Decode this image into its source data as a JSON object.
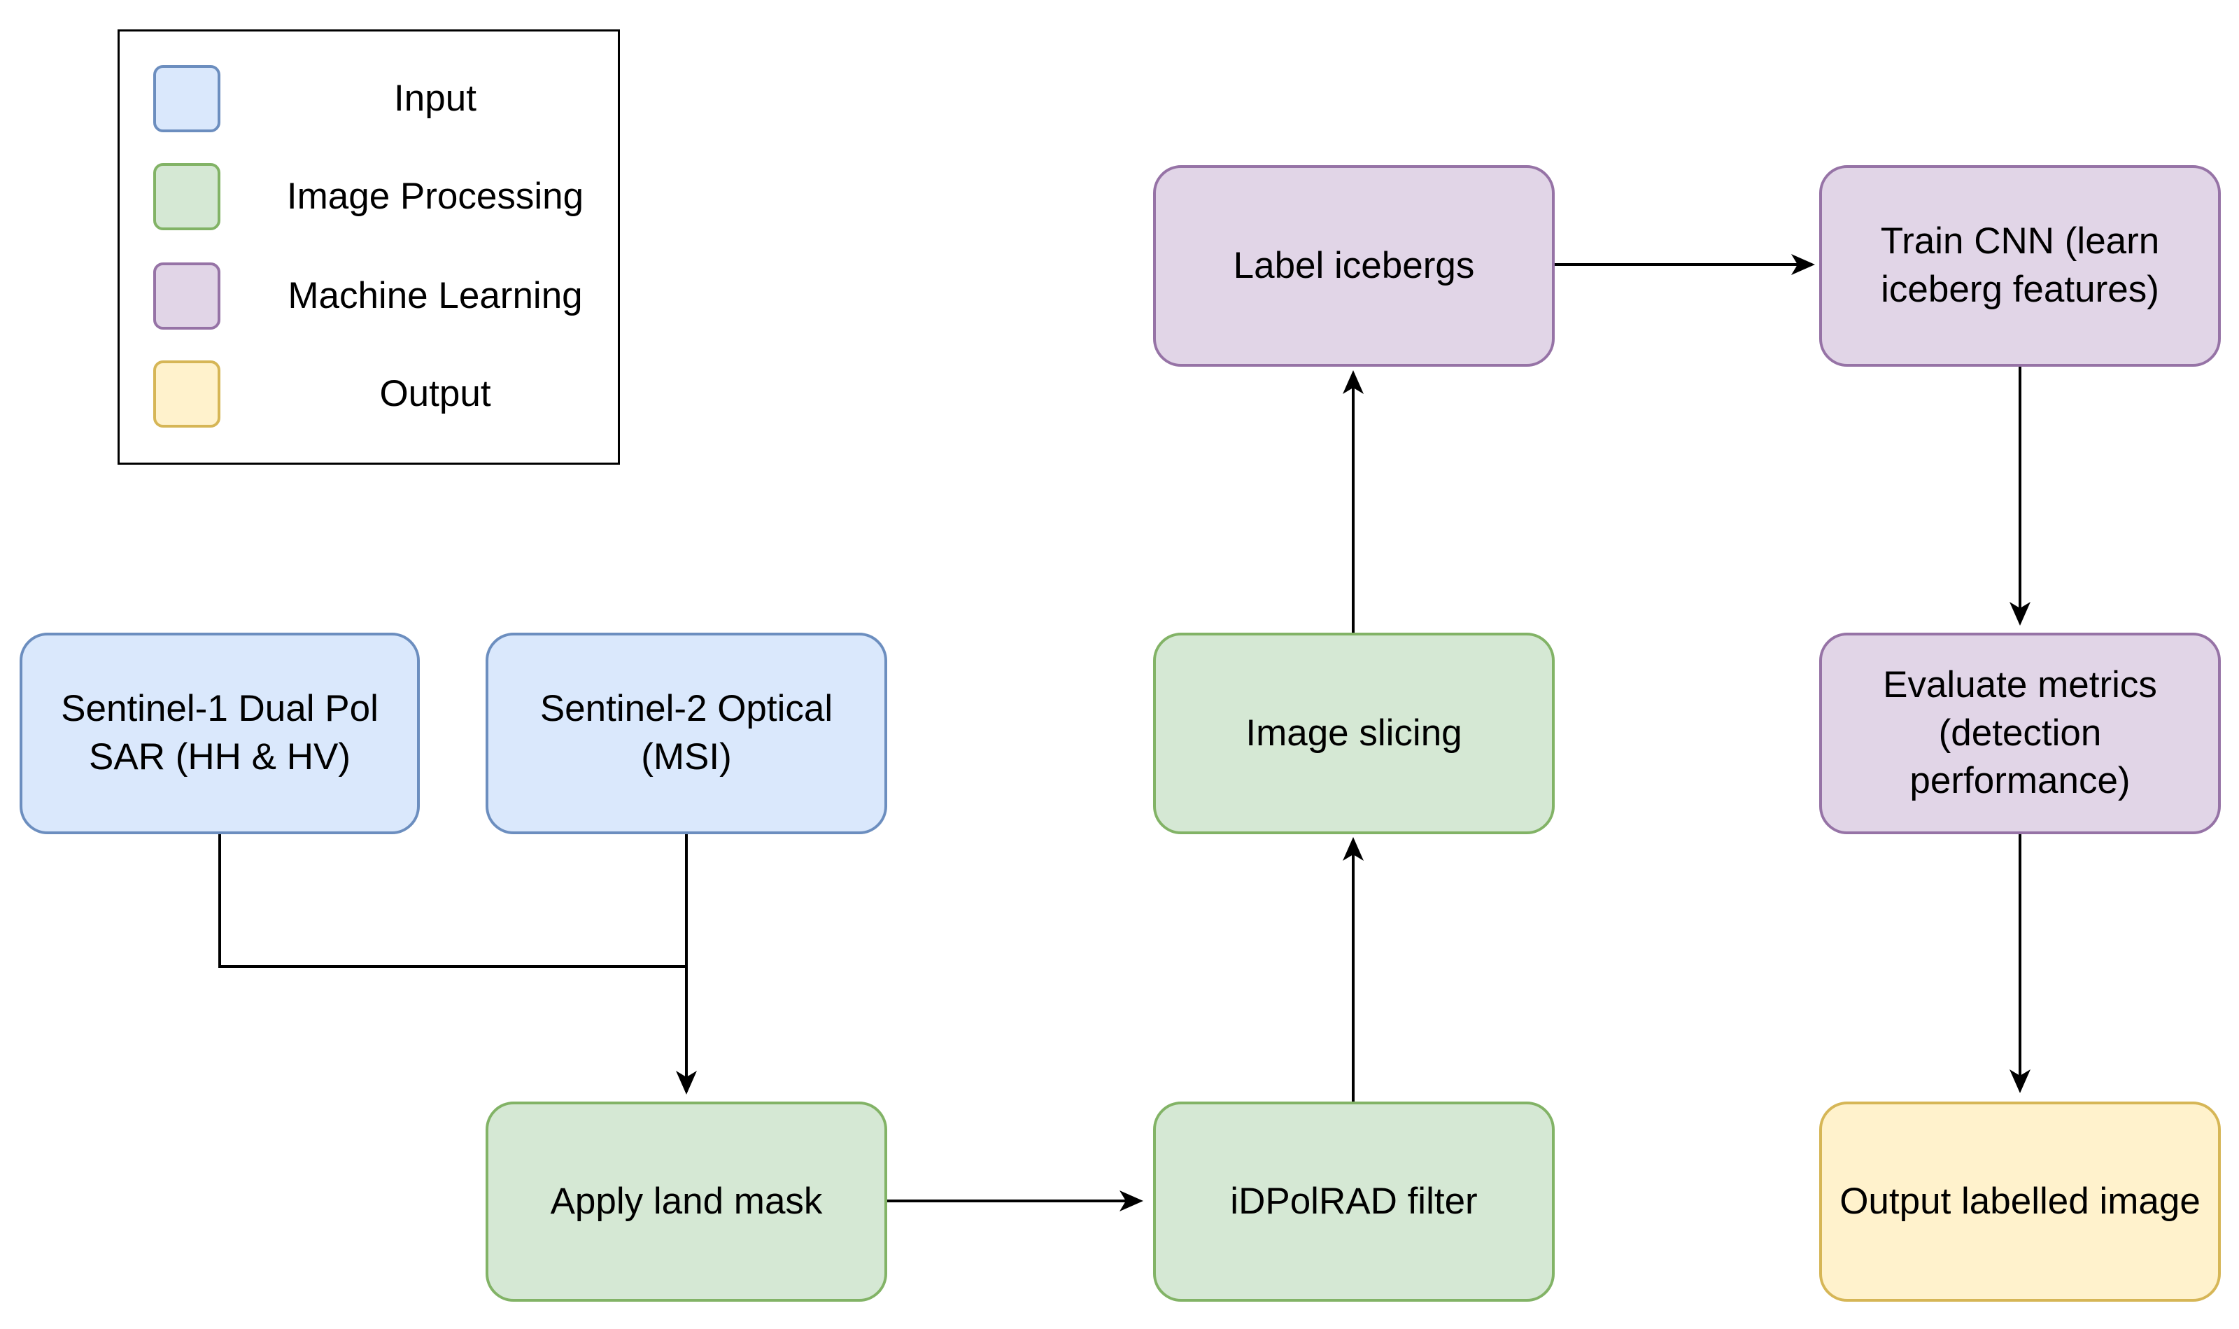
{
  "legend": {
    "items": [
      {
        "label": "Input",
        "fill": "#dae8fc",
        "stroke": "#6c8ebf"
      },
      {
        "label": "Image Processing",
        "fill": "#d5e8d4",
        "stroke": "#82b366"
      },
      {
        "label": "Machine Learning",
        "fill": "#e1d5e7",
        "stroke": "#9673a6"
      },
      {
        "label": "Output",
        "fill": "#fff2cc",
        "stroke": "#d6b656"
      }
    ]
  },
  "nodes": {
    "sentinel1": "Sentinel-1 Dual Pol\nSAR (HH & HV)",
    "sentinel2": "Sentinel-2 Optical\n(MSI)",
    "land_mask": "Apply land mask",
    "idpolrad": "iDPolRAD filter",
    "slicing": "Image slicing",
    "label_icebergs": "Label icebergs",
    "train_cnn": "Train CNN (learn\niceberg features)",
    "evaluate": "Evaluate metrics\n(detection\nperformance)",
    "output": "Output labelled image"
  },
  "colors": {
    "edge": "#000000"
  }
}
